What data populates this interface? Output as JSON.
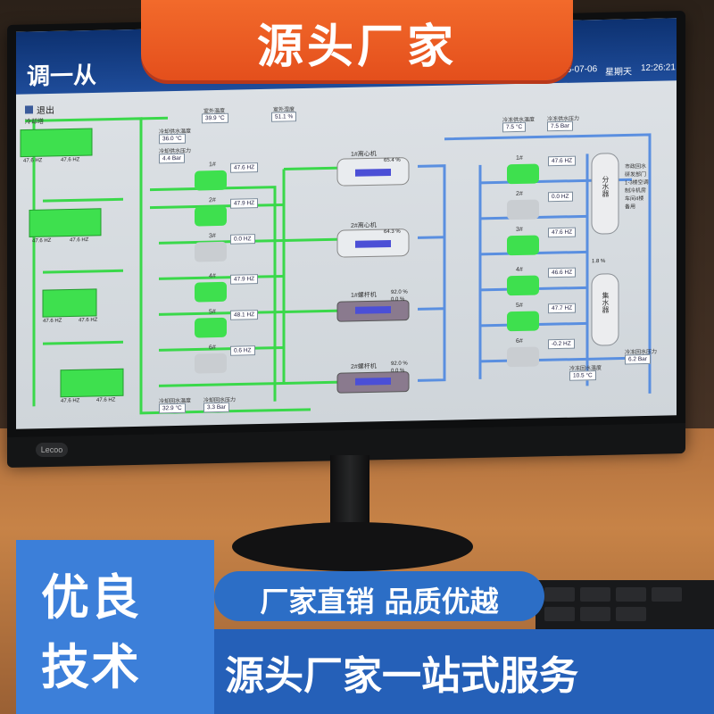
{
  "overlay": {
    "top_banner": "源头厂家",
    "badge_line1": "优良",
    "badge_line2": "技术",
    "pill": "厂家直销 品质优越",
    "bottom_banner": "源头厂家一站式服务"
  },
  "monitor": {
    "brand": "Lecoo"
  },
  "screen": {
    "title_left": "调一从",
    "title_right": "八一",
    "date": "2025-07-06",
    "weekday": "星期天",
    "time": "12:26:21",
    "exit_label": "退出",
    "cooling_tower_label": "冷却塔",
    "outdoor_temp_label": "室外温度",
    "outdoor_temp": "39.9 °C",
    "outdoor_humidity_label": "室外湿度",
    "outdoor_humidity": "51.1 %",
    "cw_supply_temp_label": "冷却供水温度",
    "cw_supply_temp": "36.0 °C",
    "cw_supply_pressure_label": "冷却供水压力",
    "cw_supply_pressure": "4.4 Bar",
    "cw_return_temp_label": "冷却回水温度",
    "cw_return_temp": "32.9 °C",
    "cw_return_pressure_label": "冷却回水压力",
    "cw_return_pressure": "3.3 Bar",
    "chw_supply_temp_label": "冷冻供水温度",
    "chw_supply_temp": "7.5 °C",
    "chw_supply_pressure_label": "冷冻供水压力",
    "chw_supply_pressure": "7.5 Bar",
    "chw_return_temp_label": "冷冻回水温度",
    "chw_return_temp": "10.5 °C",
    "chw_return_pressure_label": "冷冻回水压力",
    "chw_return_pressure": "6.2 Bar",
    "tower_hz": [
      "47.6 HZ",
      "47.6 HZ",
      "47.6 HZ",
      "47.6 HZ",
      "47.6 HZ",
      "47.6 HZ",
      "47.6 HZ",
      "47.6 HZ"
    ],
    "cw_pumps": [
      {
        "name": "1#",
        "hz": "47.6 HZ",
        "running": true
      },
      {
        "name": "2#",
        "hz": "47.9 HZ",
        "running": true
      },
      {
        "name": "3#",
        "hz": "0.0 HZ",
        "running": false
      },
      {
        "name": "4#",
        "hz": "47.9 HZ",
        "running": true
      },
      {
        "name": "5#",
        "hz": "48.1 HZ",
        "running": true
      },
      {
        "name": "6#",
        "hz": "0.6 HZ",
        "running": false
      }
    ],
    "chillers": [
      {
        "name": "1#离心机",
        "load": "65.4 %"
      },
      {
        "name": "2#离心机",
        "load": "64.3 %"
      },
      {
        "name": "1#螺杆机",
        "load": "92.0 %",
        "load2": "0.0 %"
      },
      {
        "name": "2#螺杆机",
        "load": "92.0 %",
        "load2": "0.0 %"
      }
    ],
    "chw_pumps": [
      {
        "name": "1#",
        "hz": "47.6 HZ",
        "running": true
      },
      {
        "name": "2#",
        "hz": "0.0 HZ",
        "running": false
      },
      {
        "name": "3#",
        "hz": "47.6 HZ",
        "running": true
      },
      {
        "name": "4#",
        "hz": "46.6 HZ",
        "running": true
      },
      {
        "name": "5#",
        "hz": "47.7 HZ",
        "running": true
      },
      {
        "name": "6#",
        "hz": "-0.2 HZ",
        "running": false
      }
    ],
    "supply_tank": "分水器",
    "return_tank": "集水器",
    "bypass_pct": "1.8 %",
    "legend": [
      "市政回水",
      "研发部门",
      "1-3楼空调",
      "制冷机房",
      "车间4楼",
      "备用"
    ]
  },
  "colors": {
    "pipe_cw": "#3ad84a",
    "pipe_chw": "#5a8fe0",
    "banner": "#e8561f",
    "badge": "#3c7fd9"
  }
}
